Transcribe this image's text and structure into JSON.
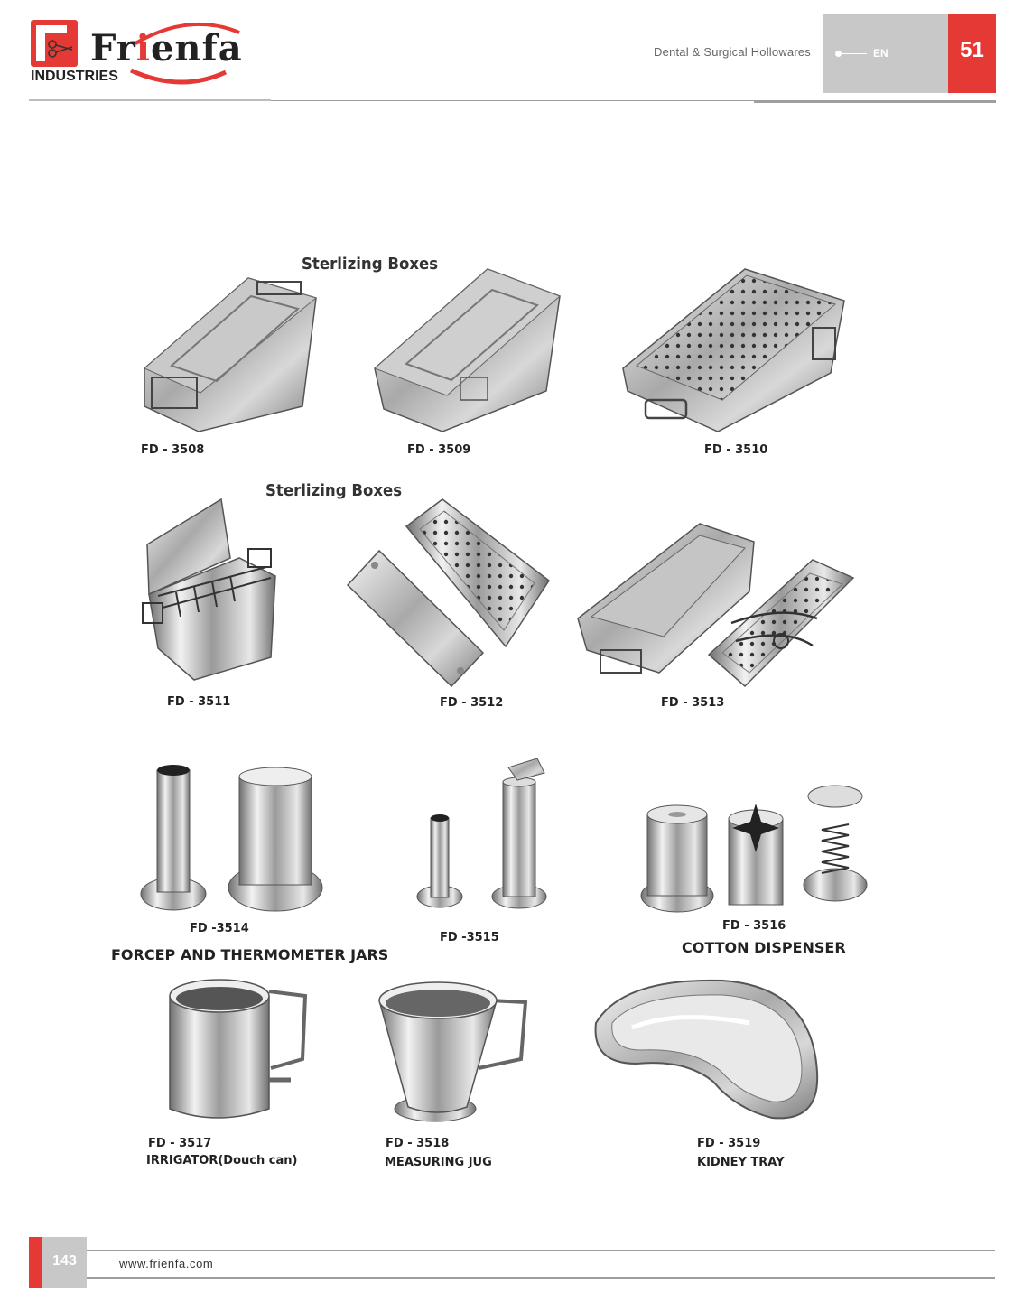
{
  "header": {
    "brand_name_prefix": "Fr",
    "brand_name_accent": "i",
    "brand_name_suffix": "enfa",
    "brand_sub": "INDUSTRIES",
    "section_title": "Dental & Surgical Hollowares",
    "language": "EN",
    "page_number": "51"
  },
  "colors": {
    "accent": "#e53935",
    "panel": "#c8c8c8"
  },
  "headings": {
    "sterilizing_boxes_1": "Sterlizing Boxes",
    "sterilizing_boxes_2": "Sterlizing Boxes",
    "forcep_jars": "FORCEP AND THERMOMETER JARS",
    "cotton_dispenser": "COTTON DISPENSER"
  },
  "products": [
    {
      "code": "FD - 3508"
    },
    {
      "code": "FD - 3509"
    },
    {
      "code": "FD - 3510"
    },
    {
      "code": "FD -  3511"
    },
    {
      "code": "FD - 3512"
    },
    {
      "code": "FD - 3513"
    },
    {
      "code": "FD -3514"
    },
    {
      "code": "FD -3515"
    },
    {
      "code": "FD - 3516"
    },
    {
      "code": "FD - 3517",
      "name": "IRRIGATOR(Douch can)"
    },
    {
      "code": "FD - 3518",
      "name": "MEASURING JUG"
    },
    {
      "code": "FD - 3519",
      "name": "KIDNEY TRAY"
    }
  ],
  "footer": {
    "page_number": "143",
    "url": "www.frienfa.com"
  }
}
